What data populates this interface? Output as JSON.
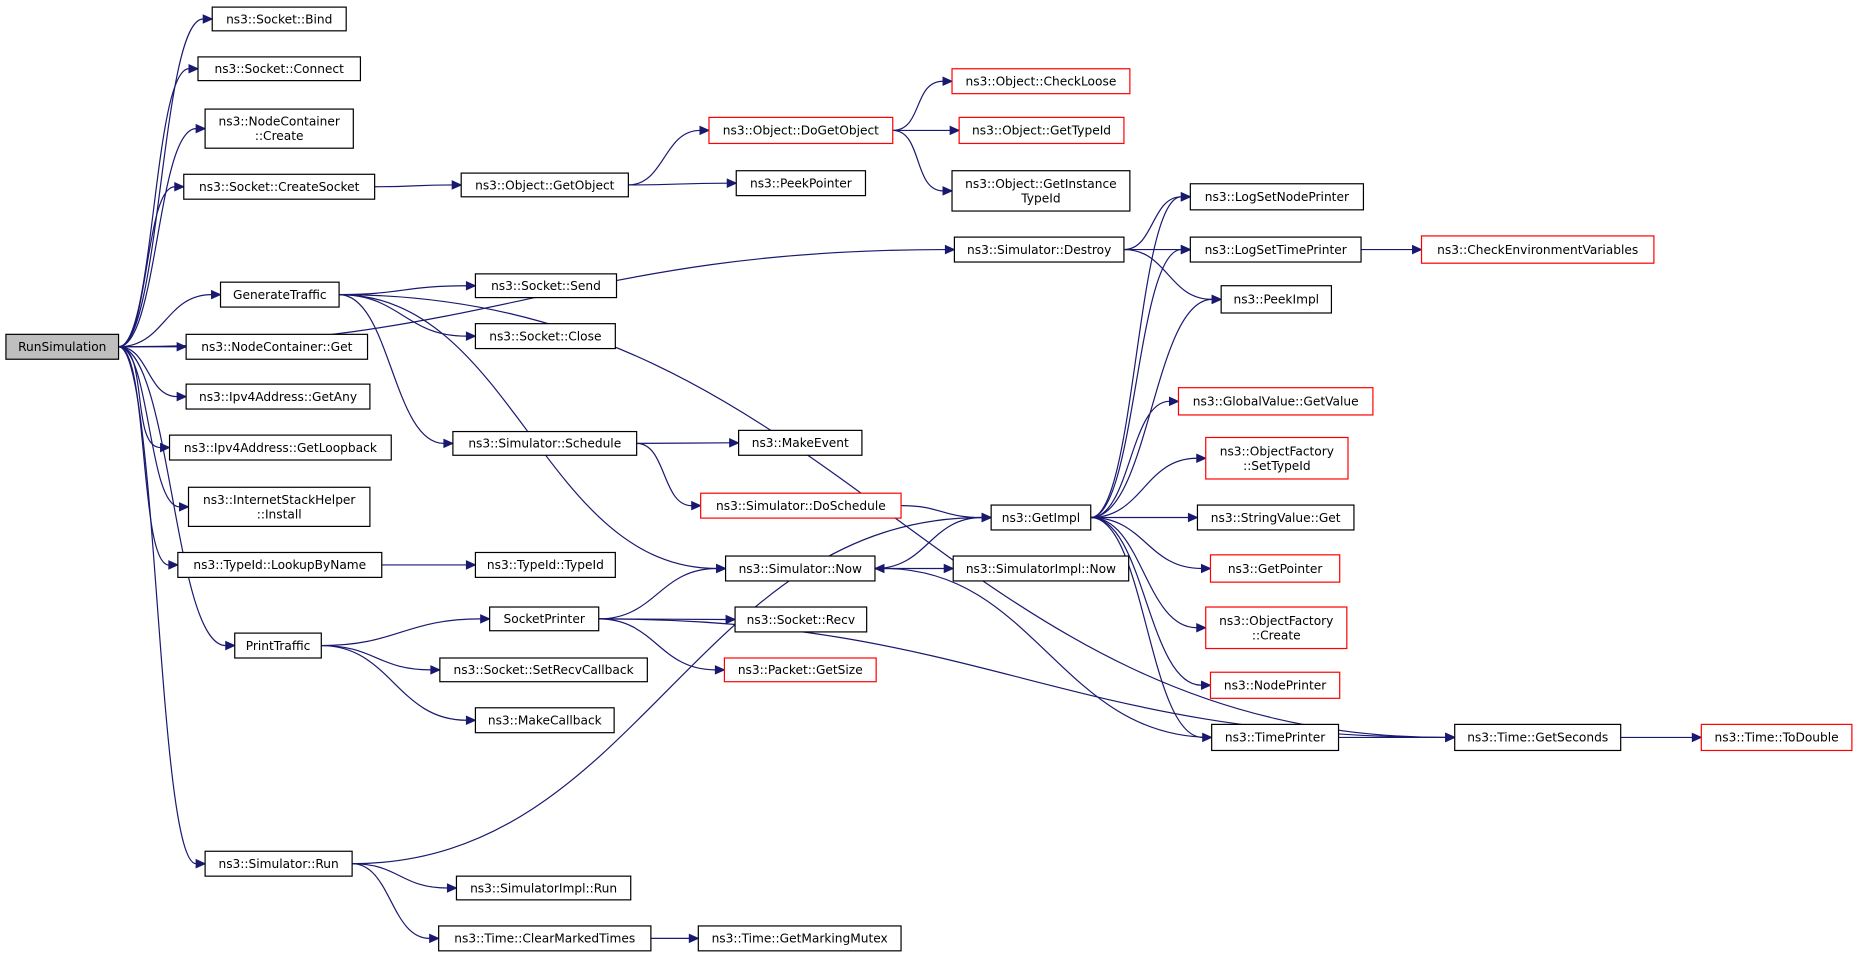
{
  "graph": {
    "edge_color": "#191970",
    "external_border_color": "#ff0000",
    "root_fill_color": "#bfbfbf",
    "nodes": [
      {
        "id": "RunSimulation",
        "lines": [
          "RunSimulation"
        ]
      },
      {
        "id": "Bind",
        "lines": [
          "ns3::Socket::Bind"
        ]
      },
      {
        "id": "Connect",
        "lines": [
          "ns3::Socket::Connect"
        ]
      },
      {
        "id": "NCCreate",
        "lines": [
          "ns3::NodeContainer",
          "::Create"
        ]
      },
      {
        "id": "CreateSocket",
        "lines": [
          "ns3::Socket::CreateSocket"
        ]
      },
      {
        "id": "GenerateTraffic",
        "lines": [
          "GenerateTraffic"
        ]
      },
      {
        "id": "NCGet",
        "lines": [
          "ns3::NodeContainer::Get"
        ]
      },
      {
        "id": "GetAny",
        "lines": [
          "ns3::Ipv4Address::GetAny"
        ]
      },
      {
        "id": "GetLoopback",
        "lines": [
          "ns3::Ipv4Address::GetLoopback"
        ]
      },
      {
        "id": "Install",
        "lines": [
          "ns3::InternetStackHelper",
          "::Install"
        ]
      },
      {
        "id": "LookupByName",
        "lines": [
          "ns3::TypeId::LookupByName"
        ]
      },
      {
        "id": "PrintTraffic",
        "lines": [
          "PrintTraffic"
        ]
      },
      {
        "id": "SimRun",
        "lines": [
          "ns3::Simulator::Run"
        ]
      },
      {
        "id": "GetObject",
        "lines": [
          "ns3::Object::GetObject"
        ]
      },
      {
        "id": "Send",
        "lines": [
          "ns3::Socket::Send"
        ]
      },
      {
        "id": "Close",
        "lines": [
          "ns3::Socket::Close"
        ]
      },
      {
        "id": "Schedule",
        "lines": [
          "ns3::Simulator::Schedule"
        ]
      },
      {
        "id": "TypeIdTypeId",
        "lines": [
          "ns3::TypeId::TypeId"
        ]
      },
      {
        "id": "SocketPrinter",
        "lines": [
          "SocketPrinter"
        ]
      },
      {
        "id": "SetRecvCallback",
        "lines": [
          "ns3::Socket::SetRecvCallback"
        ]
      },
      {
        "id": "MakeCallback",
        "lines": [
          "ns3::MakeCallback"
        ]
      },
      {
        "id": "SimImplRun",
        "lines": [
          "ns3::SimulatorImpl::Run"
        ]
      },
      {
        "id": "ClearMarkedTimes",
        "lines": [
          "ns3::Time::ClearMarkedTimes"
        ]
      },
      {
        "id": "DoGetObject",
        "lines": [
          "ns3::Object::DoGetObject"
        ],
        "external": true
      },
      {
        "id": "PeekPointer",
        "lines": [
          "ns3::PeekPointer"
        ]
      },
      {
        "id": "MakeEvent",
        "lines": [
          "ns3::MakeEvent"
        ]
      },
      {
        "id": "DoSchedule",
        "lines": [
          "ns3::Simulator::DoSchedule"
        ],
        "external": true
      },
      {
        "id": "SimNow",
        "lines": [
          "ns3::Simulator::Now"
        ]
      },
      {
        "id": "Recv",
        "lines": [
          "ns3::Socket::Recv"
        ]
      },
      {
        "id": "GetSize",
        "lines": [
          "ns3::Packet::GetSize"
        ],
        "external": true
      },
      {
        "id": "GetMarkingMutex",
        "lines": [
          "ns3::Time::GetMarkingMutex"
        ]
      },
      {
        "id": "CheckLoose",
        "lines": [
          "ns3::Object::CheckLoose"
        ],
        "external": true
      },
      {
        "id": "GetTypeId",
        "lines": [
          "ns3::Object::GetTypeId"
        ],
        "external": true
      },
      {
        "id": "GetInstanceTypeId",
        "lines": [
          "ns3::Object::GetInstance",
          "TypeId"
        ]
      },
      {
        "id": "Destroy",
        "lines": [
          "ns3::Simulator::Destroy"
        ]
      },
      {
        "id": "GetImpl",
        "lines": [
          "ns3::GetImpl"
        ]
      },
      {
        "id": "SimImplNow",
        "lines": [
          "ns3::SimulatorImpl::Now"
        ]
      },
      {
        "id": "LogSetNodePrinter",
        "lines": [
          "ns3::LogSetNodePrinter"
        ]
      },
      {
        "id": "LogSetTimePrinter",
        "lines": [
          "ns3::LogSetTimePrinter"
        ]
      },
      {
        "id": "PeekImpl",
        "lines": [
          "ns3::PeekImpl"
        ]
      },
      {
        "id": "GVGetValue",
        "lines": [
          "ns3::GlobalValue::GetValue"
        ],
        "external": true
      },
      {
        "id": "OFSetTypeId",
        "lines": [
          "ns3::ObjectFactory",
          "::SetTypeId"
        ],
        "external": true
      },
      {
        "id": "SVGet",
        "lines": [
          "ns3::StringValue::Get"
        ]
      },
      {
        "id": "GetPointer",
        "lines": [
          "ns3::GetPointer"
        ],
        "external": true
      },
      {
        "id": "OFCreate",
        "lines": [
          "ns3::ObjectFactory",
          "::Create"
        ],
        "external": true
      },
      {
        "id": "NodePrinter",
        "lines": [
          "ns3::NodePrinter"
        ],
        "external": true
      },
      {
        "id": "TimePrinter",
        "lines": [
          "ns3::TimePrinter"
        ]
      },
      {
        "id": "CheckEnvVars",
        "lines": [
          "ns3::CheckEnvironmentVariables"
        ],
        "external": true
      },
      {
        "id": "GetSeconds",
        "lines": [
          "ns3::Time::GetSeconds"
        ]
      },
      {
        "id": "ToDouble",
        "lines": [
          "ns3::Time::ToDouble"
        ],
        "external": true
      }
    ],
    "edges": [
      [
        "RunSimulation",
        "Bind"
      ],
      [
        "RunSimulation",
        "Connect"
      ],
      [
        "RunSimulation",
        "NCCreate"
      ],
      [
        "RunSimulation",
        "CreateSocket"
      ],
      [
        "RunSimulation",
        "Destroy"
      ],
      [
        "RunSimulation",
        "GenerateTraffic"
      ],
      [
        "RunSimulation",
        "NCGet"
      ],
      [
        "RunSimulation",
        "GetAny"
      ],
      [
        "RunSimulation",
        "GetLoopback"
      ],
      [
        "RunSimulation",
        "Install"
      ],
      [
        "RunSimulation",
        "LookupByName"
      ],
      [
        "RunSimulation",
        "PrintTraffic"
      ],
      [
        "RunSimulation",
        "SimRun"
      ],
      [
        "CreateSocket",
        "GetObject"
      ],
      [
        "GetObject",
        "DoGetObject"
      ],
      [
        "GetObject",
        "PeekPointer"
      ],
      [
        "DoGetObject",
        "CheckLoose"
      ],
      [
        "DoGetObject",
        "GetTypeId"
      ],
      [
        "DoGetObject",
        "GetInstanceTypeId"
      ],
      [
        "Destroy",
        "LogSetNodePrinter"
      ],
      [
        "Destroy",
        "LogSetTimePrinter"
      ],
      [
        "Destroy",
        "PeekImpl"
      ],
      [
        "LogSetTimePrinter",
        "CheckEnvVars"
      ],
      [
        "GenerateTraffic",
        "Send"
      ],
      [
        "GenerateTraffic",
        "Close"
      ],
      [
        "GenerateTraffic",
        "Schedule"
      ],
      [
        "GenerateTraffic",
        "SimNow"
      ],
      [
        "GenerateTraffic",
        "GetSeconds"
      ],
      [
        "Schedule",
        "MakeEvent"
      ],
      [
        "Schedule",
        "DoSchedule"
      ],
      [
        "DoSchedule",
        "GetImpl"
      ],
      [
        "GetImpl",
        "LogSetNodePrinter"
      ],
      [
        "GetImpl",
        "LogSetTimePrinter"
      ],
      [
        "GetImpl",
        "PeekImpl"
      ],
      [
        "GetImpl",
        "GVGetValue"
      ],
      [
        "GetImpl",
        "OFSetTypeId"
      ],
      [
        "GetImpl",
        "SVGet"
      ],
      [
        "GetImpl",
        "GetPointer"
      ],
      [
        "GetImpl",
        "OFCreate"
      ],
      [
        "GetImpl",
        "NodePrinter"
      ],
      [
        "GetImpl",
        "TimePrinter"
      ],
      [
        "SimNow",
        "GetImpl"
      ],
      [
        "SimNow",
        "SimImplNow"
      ],
      [
        "TimePrinter",
        "SimNow"
      ],
      [
        "TimePrinter",
        "GetSeconds"
      ],
      [
        "GetSeconds",
        "ToDouble"
      ],
      [
        "LookupByName",
        "TypeIdTypeId"
      ],
      [
        "PrintTraffic",
        "SocketPrinter"
      ],
      [
        "PrintTraffic",
        "SetRecvCallback"
      ],
      [
        "PrintTraffic",
        "MakeCallback"
      ],
      [
        "SocketPrinter",
        "SimNow"
      ],
      [
        "SocketPrinter",
        "Recv"
      ],
      [
        "SocketPrinter",
        "GetSize"
      ],
      [
        "SocketPrinter",
        "GetSeconds"
      ],
      [
        "SimRun",
        "GetImpl"
      ],
      [
        "SimRun",
        "SimImplRun"
      ],
      [
        "SimRun",
        "ClearMarkedTimes"
      ],
      [
        "ClearMarkedTimes",
        "GetMarkingMutex"
      ]
    ]
  }
}
